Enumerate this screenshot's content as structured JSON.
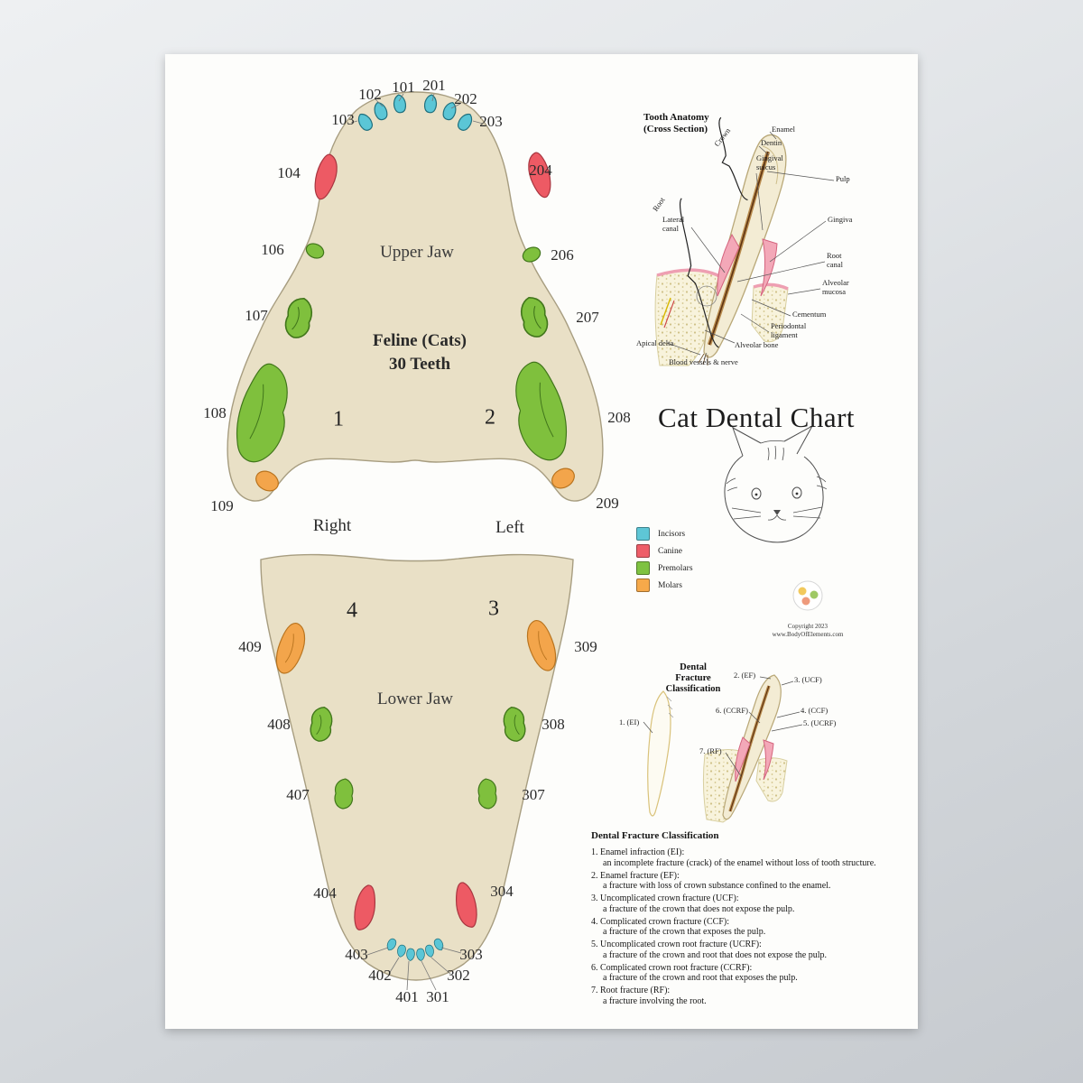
{
  "title": "Cat Dental Chart",
  "upper_jaw": {
    "label": "Upper Jaw",
    "species": "Feline (Cats)",
    "teeth_count": "30 Teeth",
    "quadrant_1": "1",
    "quadrant_2": "2"
  },
  "lower_jaw": {
    "label": "Lower Jaw",
    "quadrant_3": "3",
    "quadrant_4": "4"
  },
  "sides": {
    "right": "Right",
    "left": "Left"
  },
  "teeth": {
    "upper": {
      "n101": "101",
      "n102": "102",
      "n103": "103",
      "n104": "104",
      "n106": "106",
      "n107": "107",
      "n108": "108",
      "n109": "109",
      "n201": "201",
      "n202": "202",
      "n203": "203",
      "n204": "204",
      "n206": "206",
      "n207": "207",
      "n208": "208",
      "n209": "209"
    },
    "lower": {
      "n301": "301",
      "n302": "302",
      "n303": "303",
      "n304": "304",
      "n307": "307",
      "n308": "308",
      "n309": "309",
      "n401": "401",
      "n402": "402",
      "n403": "403",
      "n404": "404",
      "n407": "407",
      "n408": "408",
      "n409": "409"
    }
  },
  "anatomy": {
    "title": "Tooth Anatomy\n(Cross Section)",
    "labels": {
      "crown": "Crown",
      "root": "Root",
      "enamel": "Enamel",
      "dentin": "Dentin",
      "gingival_sulcus": "Gingival sulcus",
      "pulp": "Pulp",
      "gingiva": "Gingiva",
      "root_canal": "Root canal",
      "alveolar_mucosa": "Alveolar mucosa",
      "cementum": "Cementum",
      "periodontal_ligament": "Periodontal ligament",
      "alveolar_bone": "Alveolar bone",
      "lateral_canal": "Lateral canal",
      "apical_delta": "Apical delta",
      "blood_vessels_nerve": "Blood vessels & nerve"
    }
  },
  "legend": {
    "items": [
      {
        "label": "Incisors",
        "color": "#5ec6d6"
      },
      {
        "label": "Canine",
        "color": "#ee5d68"
      },
      {
        "label": "Premolars",
        "color": "#7ec241"
      },
      {
        "label": "Molars",
        "color": "#f6a94a"
      }
    ]
  },
  "branding": {
    "copyright": "Copyright 2023",
    "website": "www.BodyOfElements.com"
  },
  "fracture_diagram": {
    "title": "Dental\nFracture\nClassification",
    "labels": {
      "f1": "1. (EI)",
      "f2": "2. (EF)",
      "f3": "3. (UCF)",
      "f4": "4. (CCF)",
      "f5": "5. (UCRF)",
      "f6": "6. (CCRF)",
      "f7": "7. (RF)"
    }
  },
  "fracture_text": {
    "heading": "Dental Fracture Classification",
    "items": [
      {
        "term": "1. Enamel infraction (EI):",
        "desc": "an incomplete fracture (crack) of the enamel without loss of tooth structure."
      },
      {
        "term": "2. Enamel fracture (EF):",
        "desc": "a fracture with loss of crown substance confined to the enamel."
      },
      {
        "term": "3. Uncomplicated crown fracture (UCF):",
        "desc": "a fracture of the crown that does not expose the pulp."
      },
      {
        "term": "4. Complicated crown fracture (CCF):",
        "desc": "a fracture of the crown that exposes the pulp."
      },
      {
        "term": "5. Uncomplicated crown root fracture (UCRF):",
        "desc": "a fracture of the crown and root that does not expose the pulp."
      },
      {
        "term": "6. Complicated crown root fracture (CCRF):",
        "desc": "a fracture of the crown and root that exposes the pulp."
      },
      {
        "term": "7. Root fracture (RF):",
        "desc": "a fracture involving the root."
      }
    ]
  }
}
